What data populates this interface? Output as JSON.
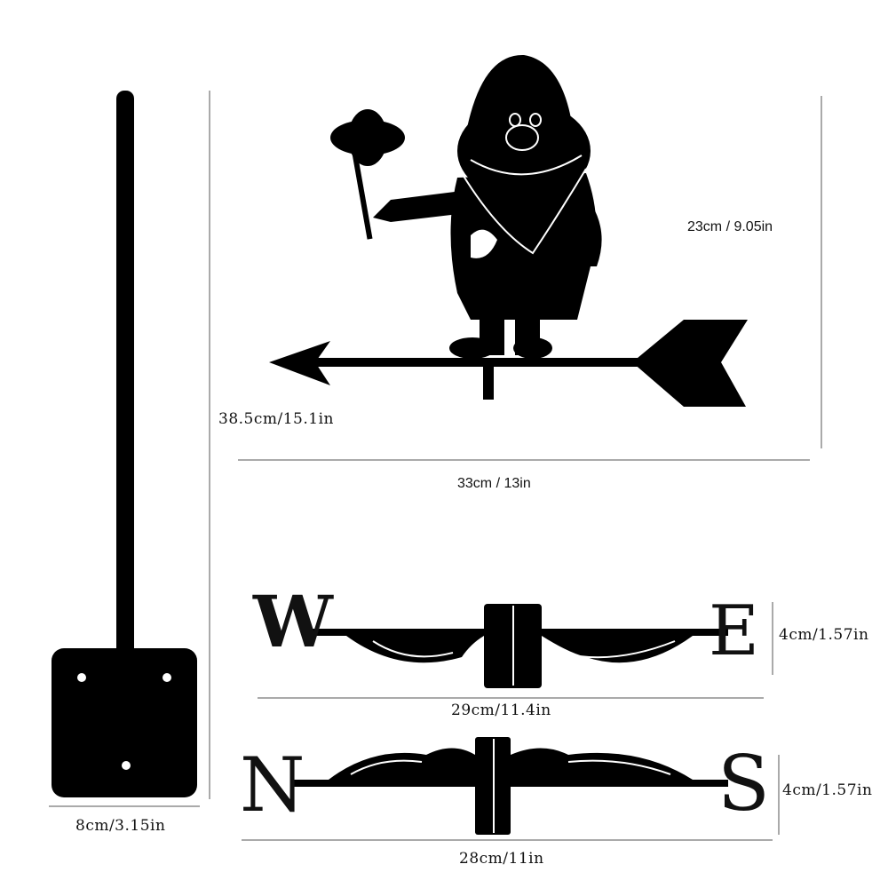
{
  "dimensions": {
    "gnome_height": "23cm / 9.05in",
    "total_height": "38.5cm/15.1in",
    "gnome_width": "33cm / 13in",
    "base_width": "8cm/3.15in",
    "we_width": "29cm/11.4in",
    "we_height": "4cm/1.57in",
    "ns_width": "28cm/11in",
    "ns_height": "4cm/1.57in"
  },
  "letters": {
    "west": "W",
    "east": "E",
    "north": "N",
    "south": "S"
  },
  "colors": {
    "silhouette": "#000000",
    "line": "#333333"
  }
}
